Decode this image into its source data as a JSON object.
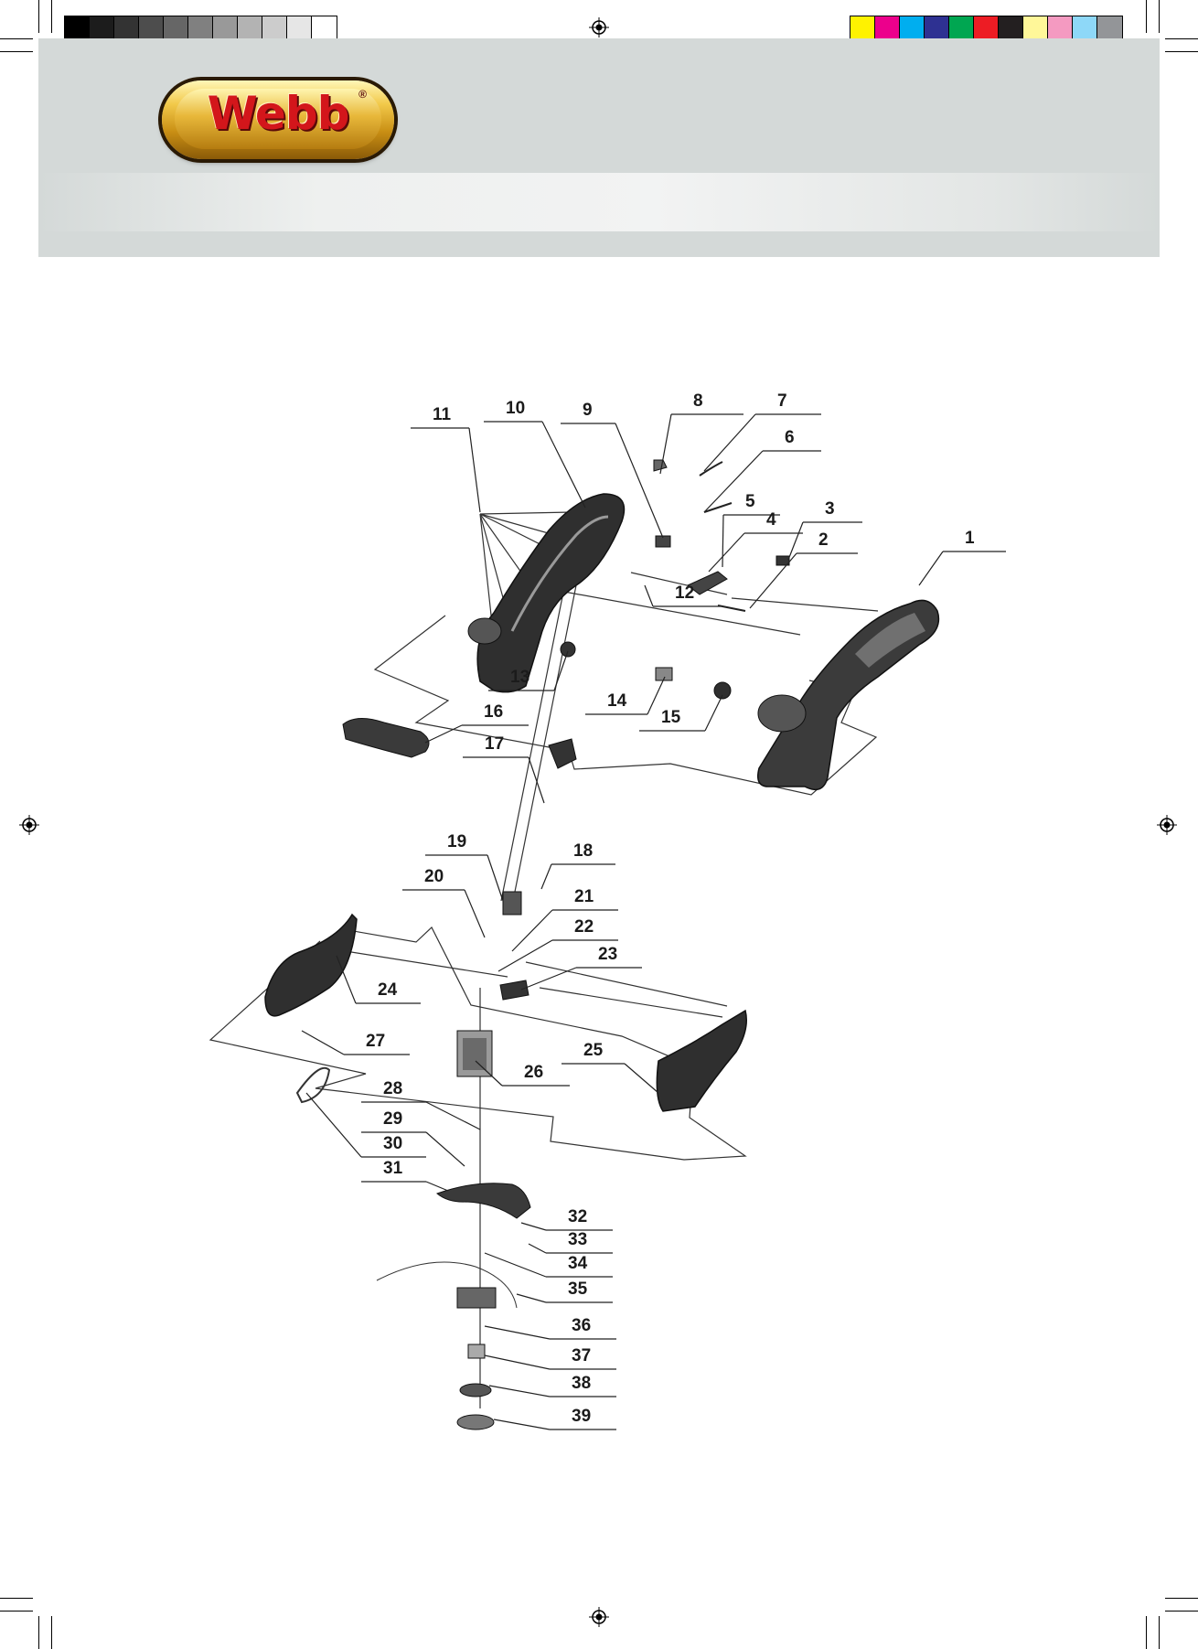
{
  "brand": {
    "name": "Webb",
    "registered_mark": "®"
  },
  "grayscale_swatches": [
    "#000000",
    "#1c1c1c",
    "#333333",
    "#4d4d4d",
    "#666666",
    "#808080",
    "#999999",
    "#b3b3b3",
    "#cccccc",
    "#e6e6e6",
    "#ffffff"
  ],
  "color_swatches": [
    "#fff200",
    "#ec008c",
    "#00aeef",
    "#2e3192",
    "#00a651",
    "#ed1c24",
    "#231f20",
    "#fff799",
    "#f49ac1",
    "#8ed8f8",
    "#939598"
  ],
  "diagram": {
    "part_labels": [
      "1",
      "2",
      "3",
      "4",
      "5",
      "6",
      "7",
      "8",
      "9",
      "10",
      "11",
      "12",
      "13",
      "14",
      "15",
      "16",
      "17",
      "18",
      "19",
      "20",
      "21",
      "22",
      "23",
      "24",
      "25",
      "26",
      "27",
      "28",
      "29",
      "30",
      "31",
      "32",
      "33",
      "34",
      "35",
      "36",
      "37",
      "38",
      "39"
    ]
  }
}
